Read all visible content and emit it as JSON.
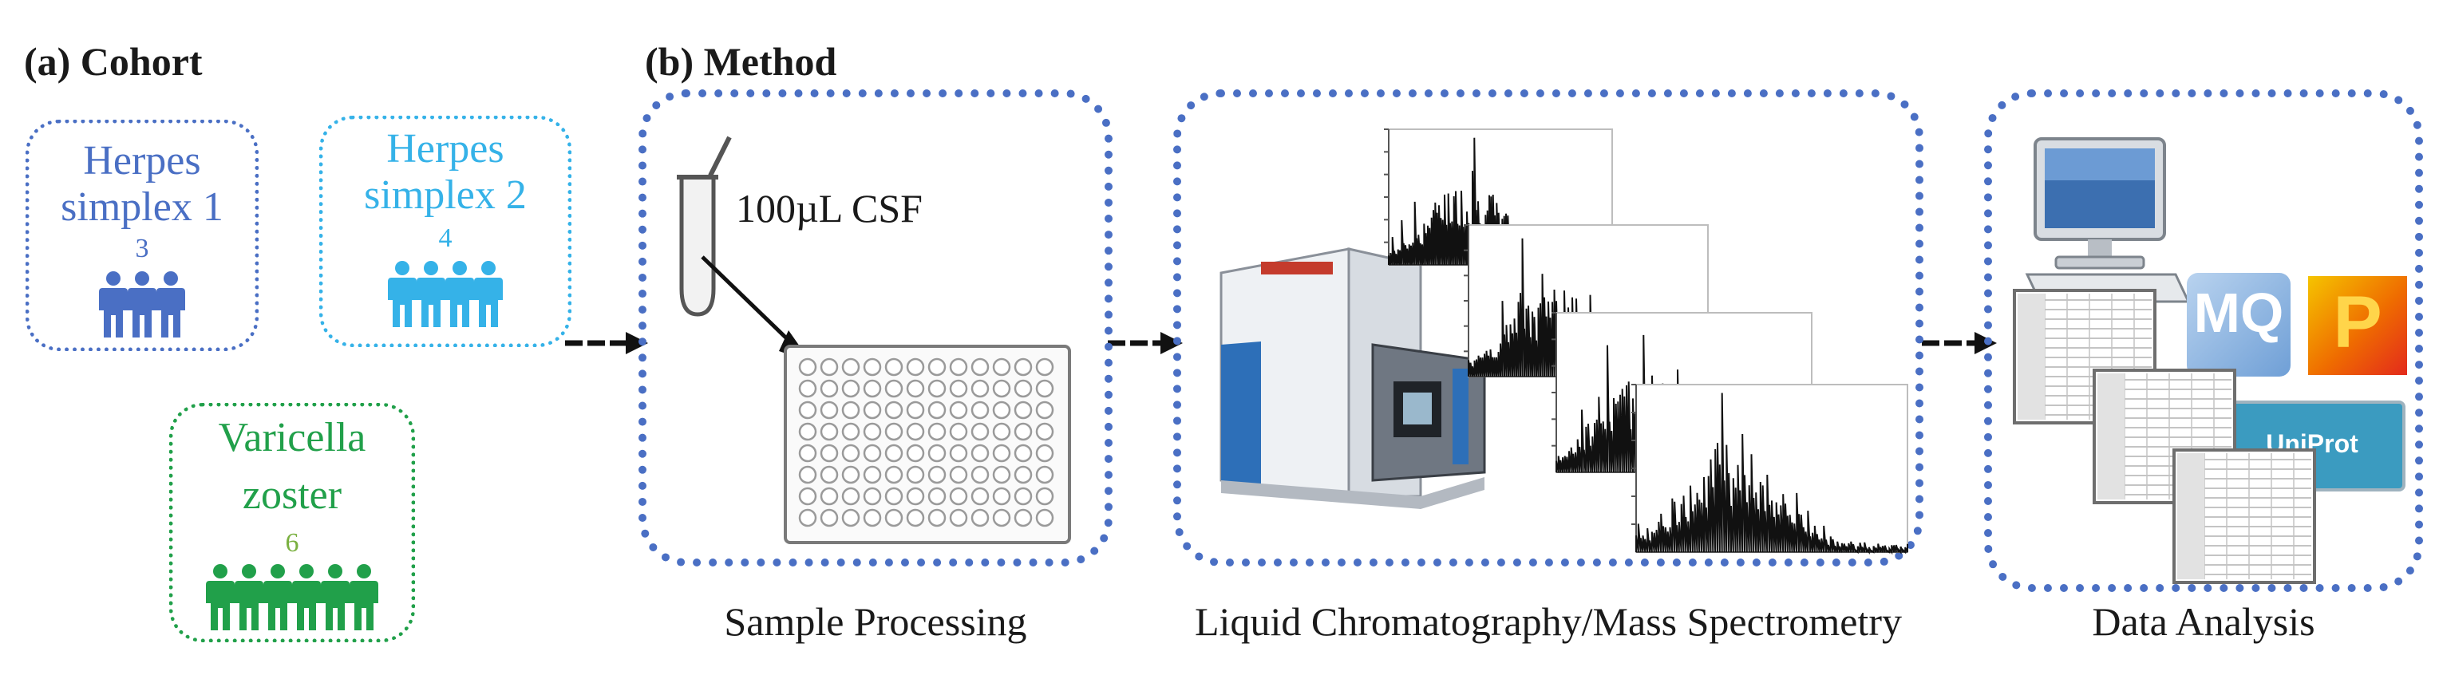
{
  "sections": {
    "cohort_label": "(a) Cohort",
    "method_label": "(b) Method"
  },
  "cohort": {
    "groups": [
      {
        "line1": "Herpes",
        "line2": "simplex 1",
        "count": "3",
        "people": 3,
        "color": "#4a6fc4"
      },
      {
        "line1": "Herpes",
        "line2": "simplex 2",
        "count": "4",
        "people": 4,
        "color": "#35b2e8"
      },
      {
        "line1": "Varicella",
        "line2": "zoster",
        "count": "6",
        "people": 6,
        "color": "#21a04a"
      }
    ]
  },
  "method": {
    "sample_volume_label": "100µL CSF",
    "steps": [
      {
        "caption": "Sample Processing"
      },
      {
        "caption": "Liquid Chromatography/Mass Spectrometry"
      },
      {
        "caption": "Data Analysis"
      }
    ],
    "software_logos": [
      "MQ",
      "P",
      "UniProt"
    ]
  },
  "colors": {
    "method_border": "#4a6fc4",
    "arrow": "#111111"
  },
  "icons": [
    "person-icon",
    "tube-icon",
    "well-plate-icon",
    "mass-spectrometer-icon",
    "spectrum-icon",
    "computer-icon",
    "spreadsheet-icon"
  ]
}
